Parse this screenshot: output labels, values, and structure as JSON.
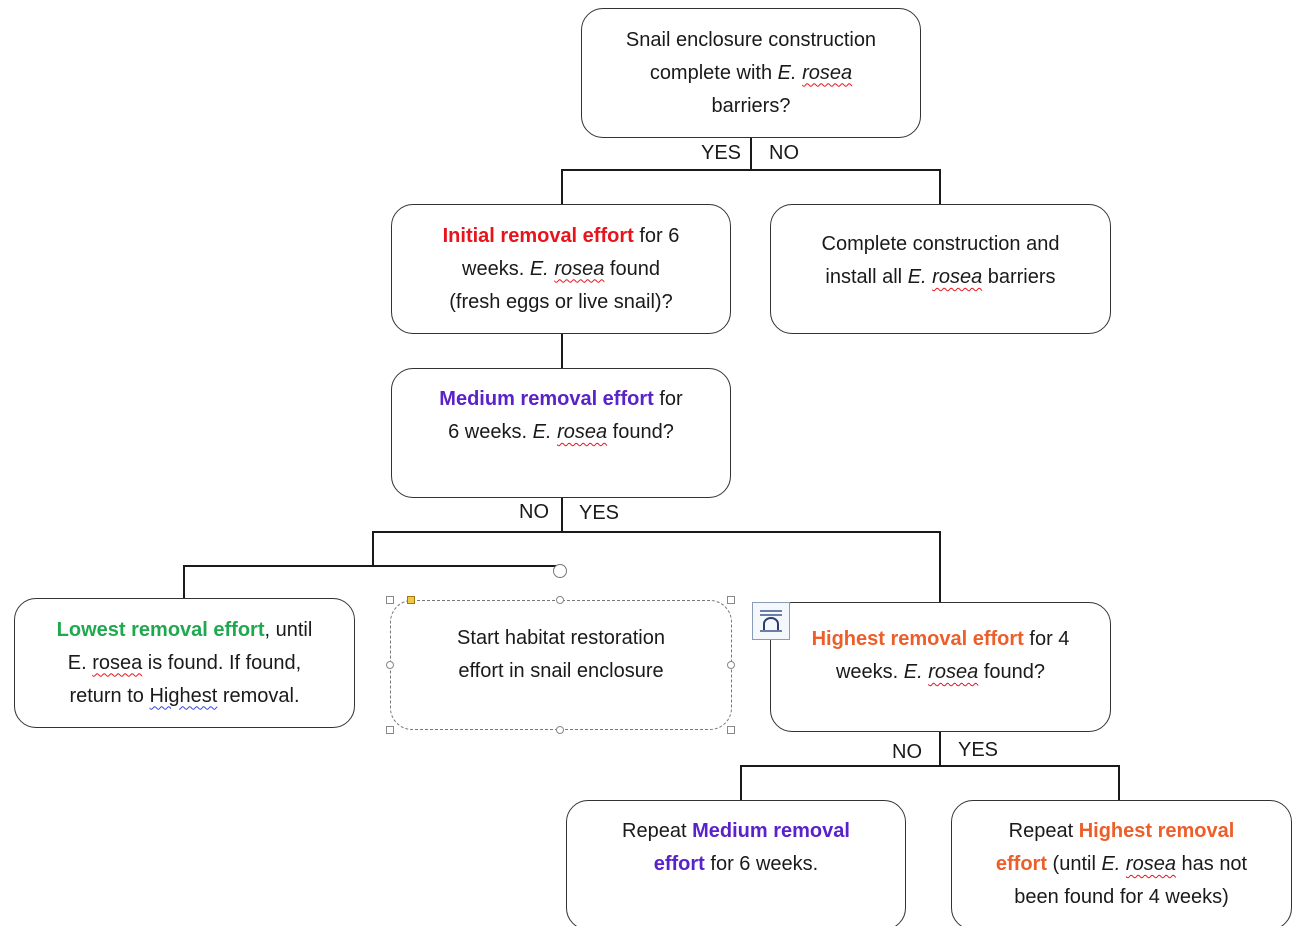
{
  "nodes": {
    "start": {
      "l1": "Snail enclosure construction",
      "l2a": "complete with ",
      "l2b": "E.",
      "l2c": "rosea",
      "l3": "barriers?"
    },
    "initial": {
      "hl": "Initial removal effort",
      "t1": " for 6",
      "t2": "weeks.  ",
      "t3": "E.",
      "t4": "rosea",
      "t5": " found",
      "t6": "(fresh eggs or live snail)?"
    },
    "complete": {
      "l1": "Complete construction and",
      "l2a": "install all ",
      "l2b": "E.",
      "l2c": "rosea",
      "l2d": " barriers"
    },
    "medium": {
      "hl": "Medium removal effort",
      "t1": " for",
      "t2": "6 weeks. ",
      "t3": "E.",
      "t4": "rosea",
      "t5": " found?"
    },
    "lowest": {
      "hl": "Lowest removal effort",
      "t1": ", until",
      "t2": "E. ",
      "t3": "rosea",
      "t4": " is found.  If found,",
      "t5": "return to ",
      "t6": "Highest",
      "t7": " removal."
    },
    "habitat": {
      "l1": "Start habitat restoration",
      "l2": "effort in snail enclosure"
    },
    "highest": {
      "hl": "Highest removal effort",
      "t1": " for 4",
      "t2": "weeks.  ",
      "t3": "E.",
      "t4": "rosea",
      "t5": " found?"
    },
    "repeat_medium": {
      "t1": "Repeat ",
      "hl1": "Medium removal",
      "hl2": "effort",
      "t2": " for 6 weeks."
    },
    "repeat_highest": {
      "t1": "Repeat ",
      "hl1": "Highest removal",
      "hl2": "effort",
      "t2": " (until ",
      "t3": "E.",
      "t4": "rosea",
      "t5": " has not",
      "t6": "been found for 4 weeks)"
    }
  },
  "labels": {
    "yes1": "YES",
    "no1": "NO",
    "no2": "NO",
    "yes2": "YES",
    "no3": "NO",
    "yes3": "YES"
  },
  "colors": {
    "red": "#e8141b",
    "purple": "#5a22c9",
    "green": "#1fa94e",
    "orange": "#ec5e2a"
  },
  "icons": [
    "rotate-handle-icon",
    "layout-options-icon"
  ]
}
